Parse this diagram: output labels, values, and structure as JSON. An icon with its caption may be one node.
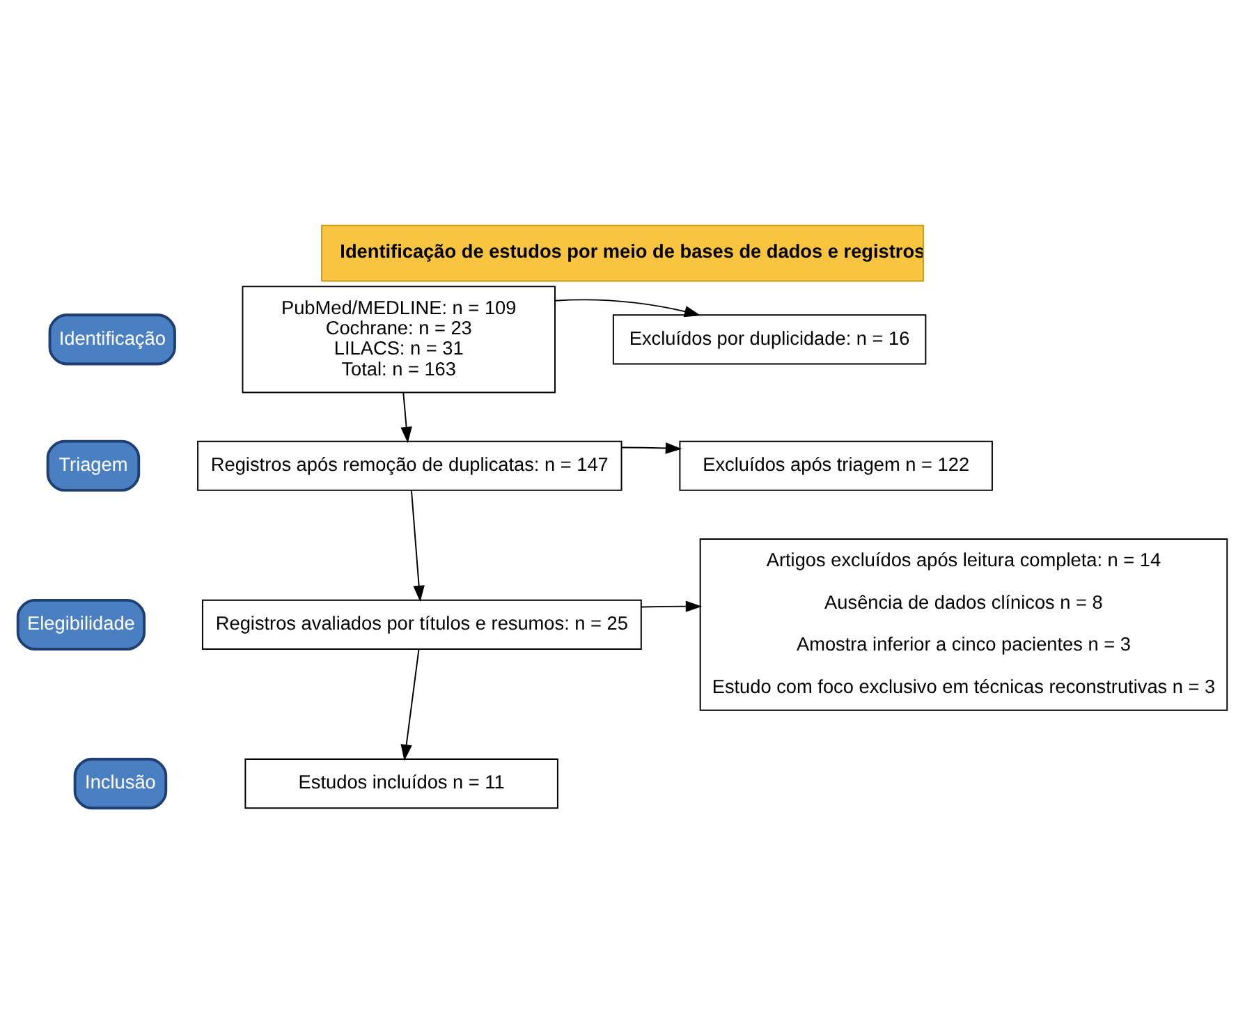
{
  "diagram": {
    "title": "Identificação de estudos por meio de bases de dados e registros",
    "nodes": [
      {
        "text": [
          "Identificação"
        ]
      },
      {
        "text": [
          "PubMed/MEDLINE: n = 109",
          "Cochrane: n = 23",
          "LILACS: n = 31",
          "Total: n = 163"
        ]
      },
      {
        "text": [
          "Excluídos por duplicidade: n = 16"
        ]
      },
      {
        "text": [
          "Triagem"
        ]
      },
      {
        "text": [
          "Registros após remoção de duplicatas: n = 147"
        ]
      },
      {
        "text": [
          "Excluídos após triagem n = 122"
        ]
      },
      {
        "text": [
          "Elegibilidade"
        ]
      },
      {
        "text": [
          "Registros avaliados por títulos e resumos: n = 25"
        ]
      },
      {
        "text": [
          "Artigos excluídos após leitura completa: n = 14",
          "Ausência de dados clínicos n = 8",
          "Amostra inferior a cinco pacientes n = 3",
          "Estudo com foco exclusivo em técnicas reconstrutivas n = 3"
        ]
      },
      {
        "text": [
          "Inclusão"
        ]
      },
      {
        "text": [
          "Estudos incluídos n = 11"
        ]
      }
    ],
    "edges": [
      {
        "from": 1,
        "to": 2,
        "arrow": "to"
      },
      {
        "from": 1,
        "to": 4,
        "arrow": "to"
      },
      {
        "from": 4,
        "to": 5,
        "arrow": "to"
      },
      {
        "from": 4,
        "to": 7,
        "arrow": "to"
      },
      {
        "from": 7,
        "to": 8,
        "arrow": "to"
      },
      {
        "from": 7,
        "to": 10,
        "arrow": "to"
      }
    ]
  }
}
